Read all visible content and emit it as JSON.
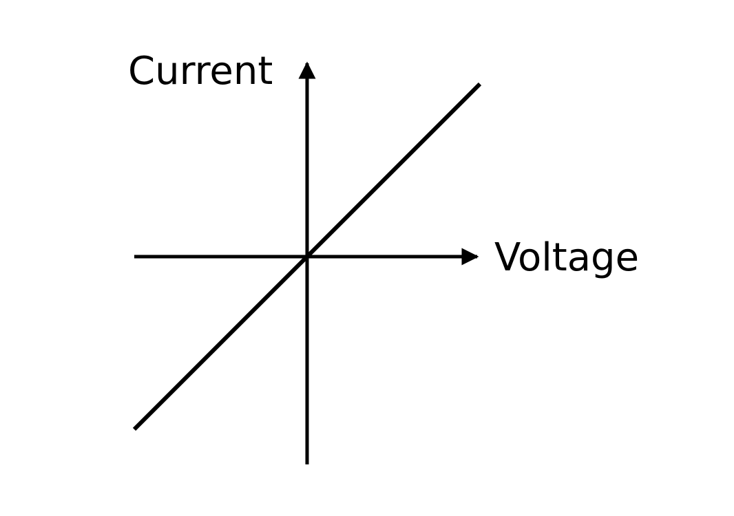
{
  "chart_data": {
    "type": "line",
    "xlabel": "Voltage",
    "ylabel": "Current",
    "xlim": [
      -1,
      1
    ],
    "ylim": [
      -1.2,
      1.07
    ],
    "grid": false,
    "series": [
      {
        "x": [
          -1,
          1
        ],
        "y": [
          -1,
          1
        ]
      }
    ]
  },
  "colors": {
    "ink": "#000000",
    "background": "#ffffff"
  }
}
